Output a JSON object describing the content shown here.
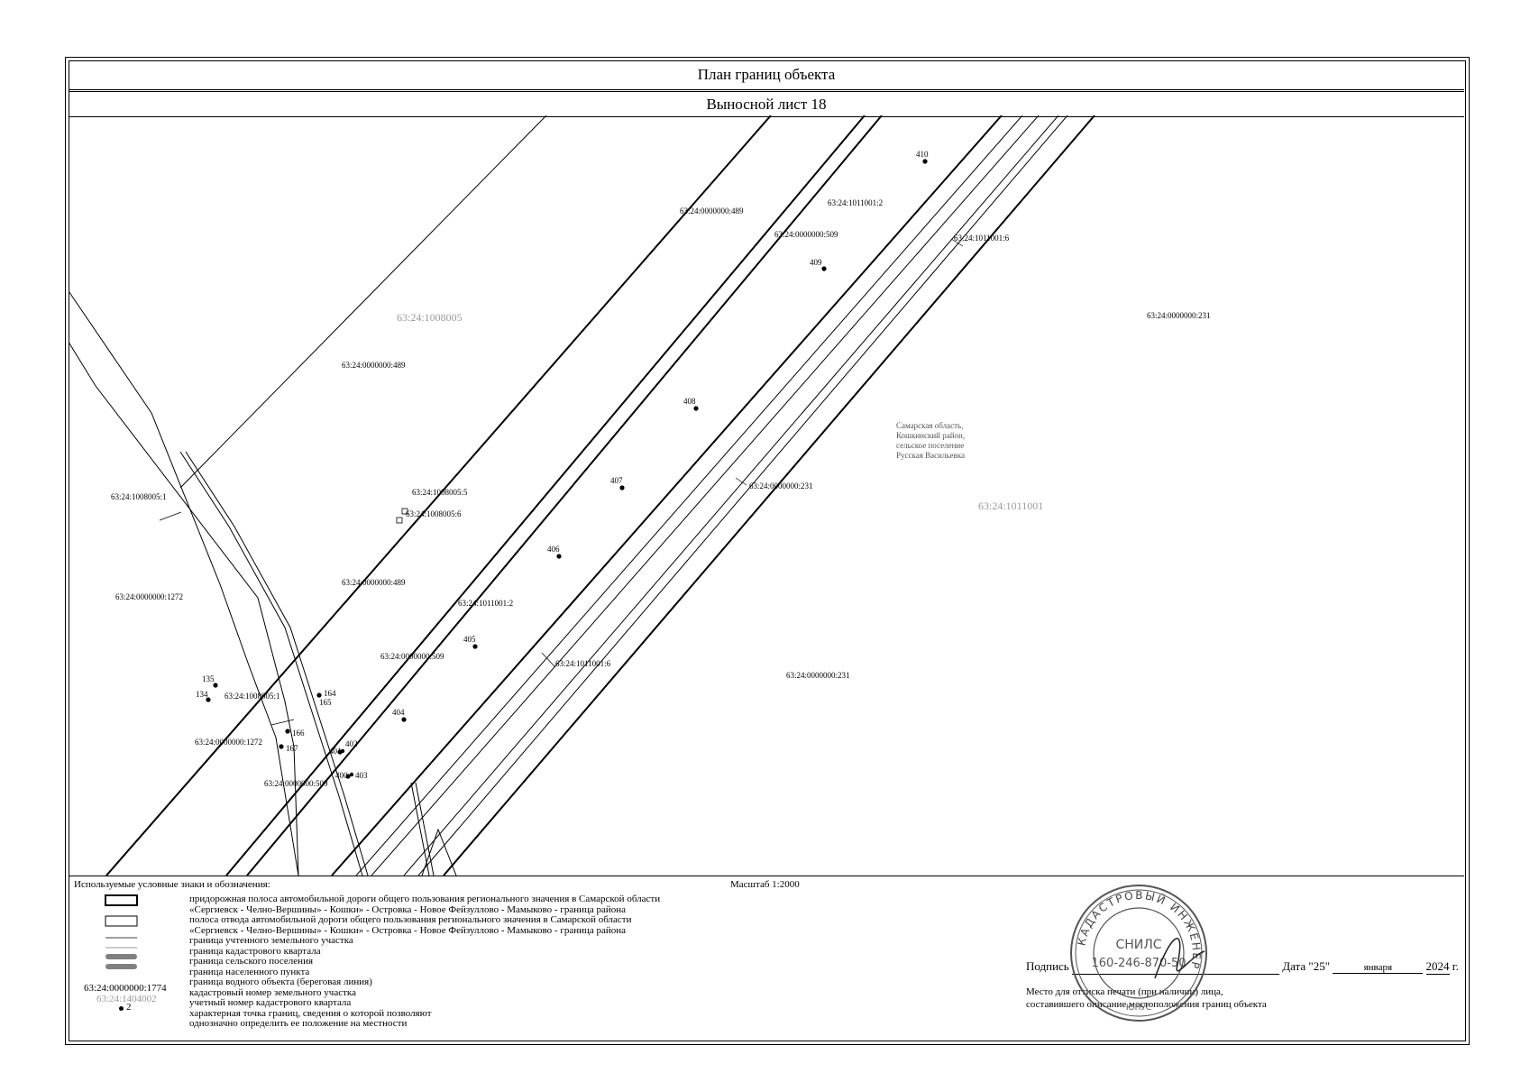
{
  "header": {
    "title": "План границ объекта",
    "sheet": "Выносной лист 18"
  },
  "map": {
    "parcel_labels": [
      "63:24:0000000:489",
      "63:24:1011001:2",
      "63:24:0000000:509",
      "63:24:1011001:6",
      "63:24:0000000:231",
      "63:24:0000000:489",
      "63:24:1008005:1",
      "63:24:1008005:5",
      "63:24:1008005:6",
      "63:24:0000000:231",
      "63:24:0000000:1272",
      "63:24:0000000:489",
      "63:24:1011001:2",
      "63:24:0000000:509",
      "63:24:1011001:6",
      "63:24:1008005:1",
      "63:24:0000000:1272",
      "63:24:0000000:509",
      "63:24:0000000:231"
    ],
    "quarter_labels": [
      "63:24:1008005",
      "63:24:1011001"
    ],
    "points": [
      "410",
      "409",
      "408",
      "407",
      "406",
      "405",
      "404",
      "135",
      "134",
      "164",
      "165",
      "166",
      "167",
      "401",
      "402",
      "400",
      "403"
    ],
    "region_note": [
      "Самарская область,",
      "Кошкинский район,",
      "сельское поселение",
      "Русская Васильевка"
    ]
  },
  "legend": {
    "title": "Используемые условные знаки и обозначения:",
    "scale": "Масштаб 1:2000",
    "items": [
      "придорожная полоса автомобильной дороги общего пользования регионального значения в Самарской области",
      "«Сергиевск - Челно-Вершины» - Кошки» - Островка - Новое Фейзуллово - Мамыково - граница района",
      "полоса отвода автомобильной дороги общего пользования регионального значения в Самарской области",
      "«Сергиевск - Челно-Вершины» - Кошки» - Островка - Новое Фейзуллово - Мамыково - граница района",
      "граница учтенного земельного участка",
      "граница кадастрового квартала",
      "граница сельского поселения",
      "граница населенного пункта",
      "граница водного объекта (береговая линия)",
      "кадастровый номер земельного участка",
      "учетный номер кадастрового квартала",
      "характерная точка границ, сведения о которой позволяют",
      "однозначно определить ее положение на местности"
    ],
    "sample_parcel": "63:24:0000000:1774",
    "sample_quarter": "63:24:1404002",
    "sample_point": "2"
  },
  "signature": {
    "label": "Подпись",
    "date_label": "Дата",
    "day": "\"25\"",
    "month": "января",
    "year": "2024",
    "year_suffix": "г.",
    "stamp_note_1": "Место для оттиска печати (при наличии) лица,",
    "stamp_note_2": "составившего описание местоположения границ объекта"
  },
  "stamp": {
    "snils_label": "СНИЛС",
    "snils": "160-246-870-50",
    "ring_text": "КАДАСТРОВЫЙ ИНЖЕНЕР",
    "name": "ЮНУС"
  }
}
